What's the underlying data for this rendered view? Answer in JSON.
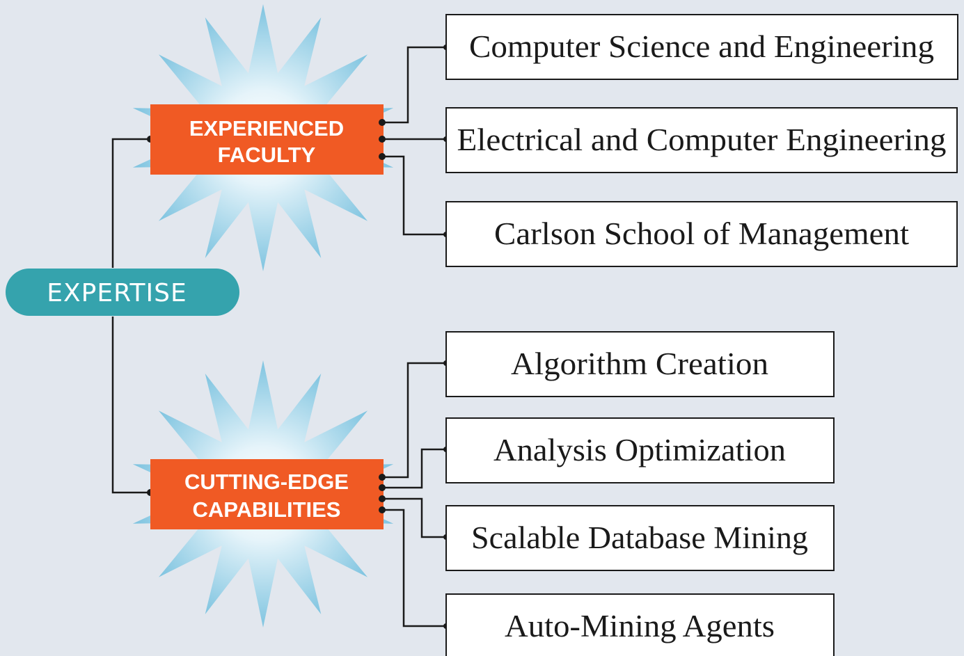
{
  "root": {
    "label": "EXPERTISE"
  },
  "categories": [
    {
      "line1": "EXPERIENCED",
      "line2": "FACULTY",
      "items": [
        "Computer Science and Engineering",
        "Electrical and Computer Engineering",
        "Carlson School of Management"
      ]
    },
    {
      "line1": "CUTTING-EDGE",
      "line2": "CAPABILITIES",
      "items": [
        "Algorithm Creation",
        "Analysis Optimization",
        "Scalable Database Mining",
        "Auto-Mining Agents"
      ]
    }
  ],
  "colors": {
    "background": "#e2e7ee",
    "root_pill": "#35a3ad",
    "category_box": "#f05a24",
    "starburst_center": "#ffffff",
    "starburst_edge": "#7fc4e0",
    "connector": "#1a1a1a"
  }
}
